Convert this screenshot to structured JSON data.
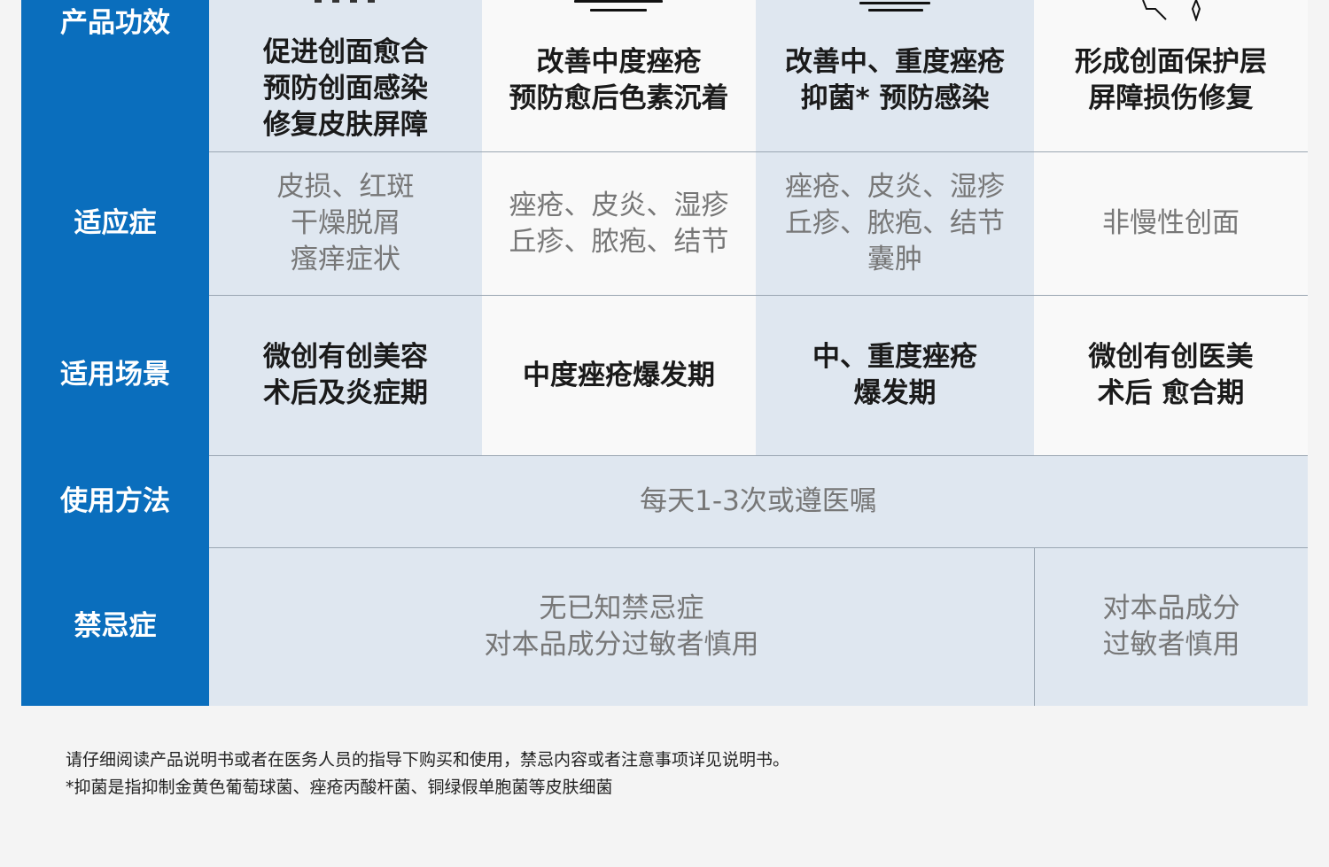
{
  "rows": {
    "efficacy": {
      "label": "产品功效",
      "cells": [
        [
          "促进创面愈合",
          "预防创面感染",
          "修复皮肤屏障"
        ],
        [
          "改善中度痤疮",
          "预防愈后色素沉着"
        ],
        [
          "改善中、重度痤疮",
          "抑菌* 预防感染"
        ],
        [
          "形成创面保护层",
          "屏障损伤修复"
        ]
      ]
    },
    "indications": {
      "label": "适应症",
      "cells": [
        [
          "皮损、红斑",
          "干燥脱屑",
          "瘙痒症状"
        ],
        [
          "痤疮、皮炎、湿疹",
          "丘疹、脓疱、结节"
        ],
        [
          "痤疮、皮炎、湿疹",
          "丘疹、脓疱、结节",
          "囊肿"
        ],
        [
          "非慢性创面"
        ]
      ]
    },
    "scenarios": {
      "label": "适用场景",
      "cells": [
        [
          "微创有创美容",
          "术后及炎症期"
        ],
        [
          "中度痤疮爆发期"
        ],
        [
          "中、重度痤疮",
          "爆发期"
        ],
        [
          "微创有创医美",
          "术后 愈合期"
        ]
      ]
    },
    "usage": {
      "label": "使用方法",
      "text": "每天1-3次或遵医嘱"
    },
    "contraindications": {
      "label": "禁忌症",
      "main": [
        "无已知禁忌症",
        "对本品成分过敏者慎用"
      ],
      "last": [
        "对本品成分",
        "过敏者慎用"
      ]
    }
  },
  "footnotes": [
    "请仔细阅读产品说明书或者在医务人员的指导下购买和使用，禁忌内容或者注意事项详见说明书。",
    "*抑菌是指抑制金黄色葡萄球菌、痤疮丙酸杆菌、铜绿假单胞菌等皮肤细菌"
  ],
  "colors": {
    "header": "#0a6ebd",
    "light_blue": "#dfe7f0",
    "white": "#f9f9f9"
  }
}
